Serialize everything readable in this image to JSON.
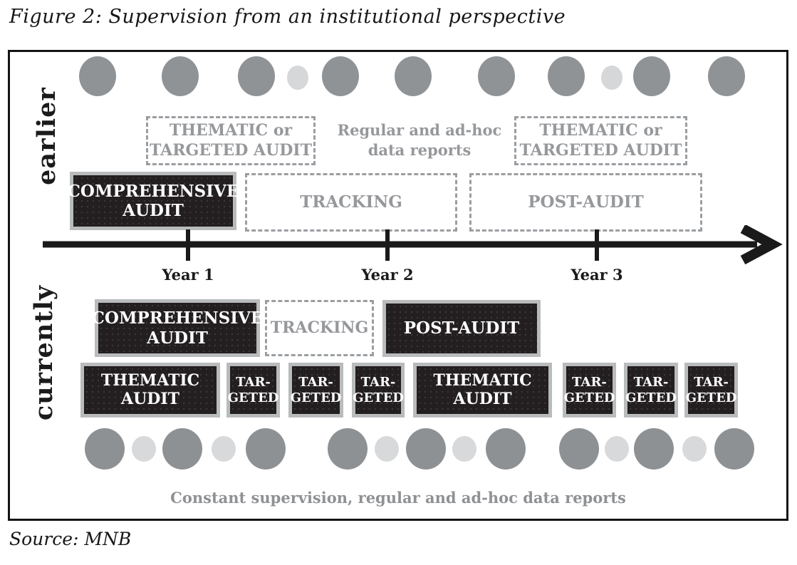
{
  "figure": {
    "title": "Figure 2: Supervision from an institutional perspective",
    "source": "Source: MNB"
  },
  "colors": {
    "dot_big": "#909396",
    "dot_small": "#d6d7d8",
    "black_box_fill": "#231f20",
    "black_box_border": "#b9bbbd",
    "dashed_border": "#9b9ea1",
    "gray_text": "#96989b",
    "axis_black": "#1a1a1a"
  },
  "earlier": {
    "row_label": "earlier",
    "thematic_box_left": {
      "line1": "THEMATIC or",
      "line2": "TARGETED AUDIT"
    },
    "data_reports_note": {
      "line1": "Regular and ad-hoc",
      "line2": "data reports"
    },
    "thematic_box_right": {
      "line1": "THEMATIC  or",
      "line2": "TARGETED AUDIT"
    },
    "comprehensive_audit": {
      "line1": "COMPREHENSIVE",
      "line2": "AUDIT"
    },
    "tracking": "TRACKING",
    "post_audit": "POST-AUDIT"
  },
  "timeline": {
    "years": [
      "Year 1",
      "Year 2",
      "Year 3"
    ]
  },
  "currently": {
    "row_label": "currently",
    "comprehensive_audit": {
      "line1": "COMPREHENSIVE",
      "line2": "AUDIT"
    },
    "tracking": "TRACKING",
    "post_audit": "POST-AUDIT",
    "thematic_audit_1": {
      "line1": "THEMATIC",
      "line2": "AUDIT"
    },
    "thematic_audit_2": {
      "line1": "THEMATIC",
      "line2": "AUDIT"
    },
    "targeted": {
      "line1": "TAR-",
      "line2": "GETED"
    },
    "caption": "Constant supervision, regular and ad-hoc data reports"
  }
}
